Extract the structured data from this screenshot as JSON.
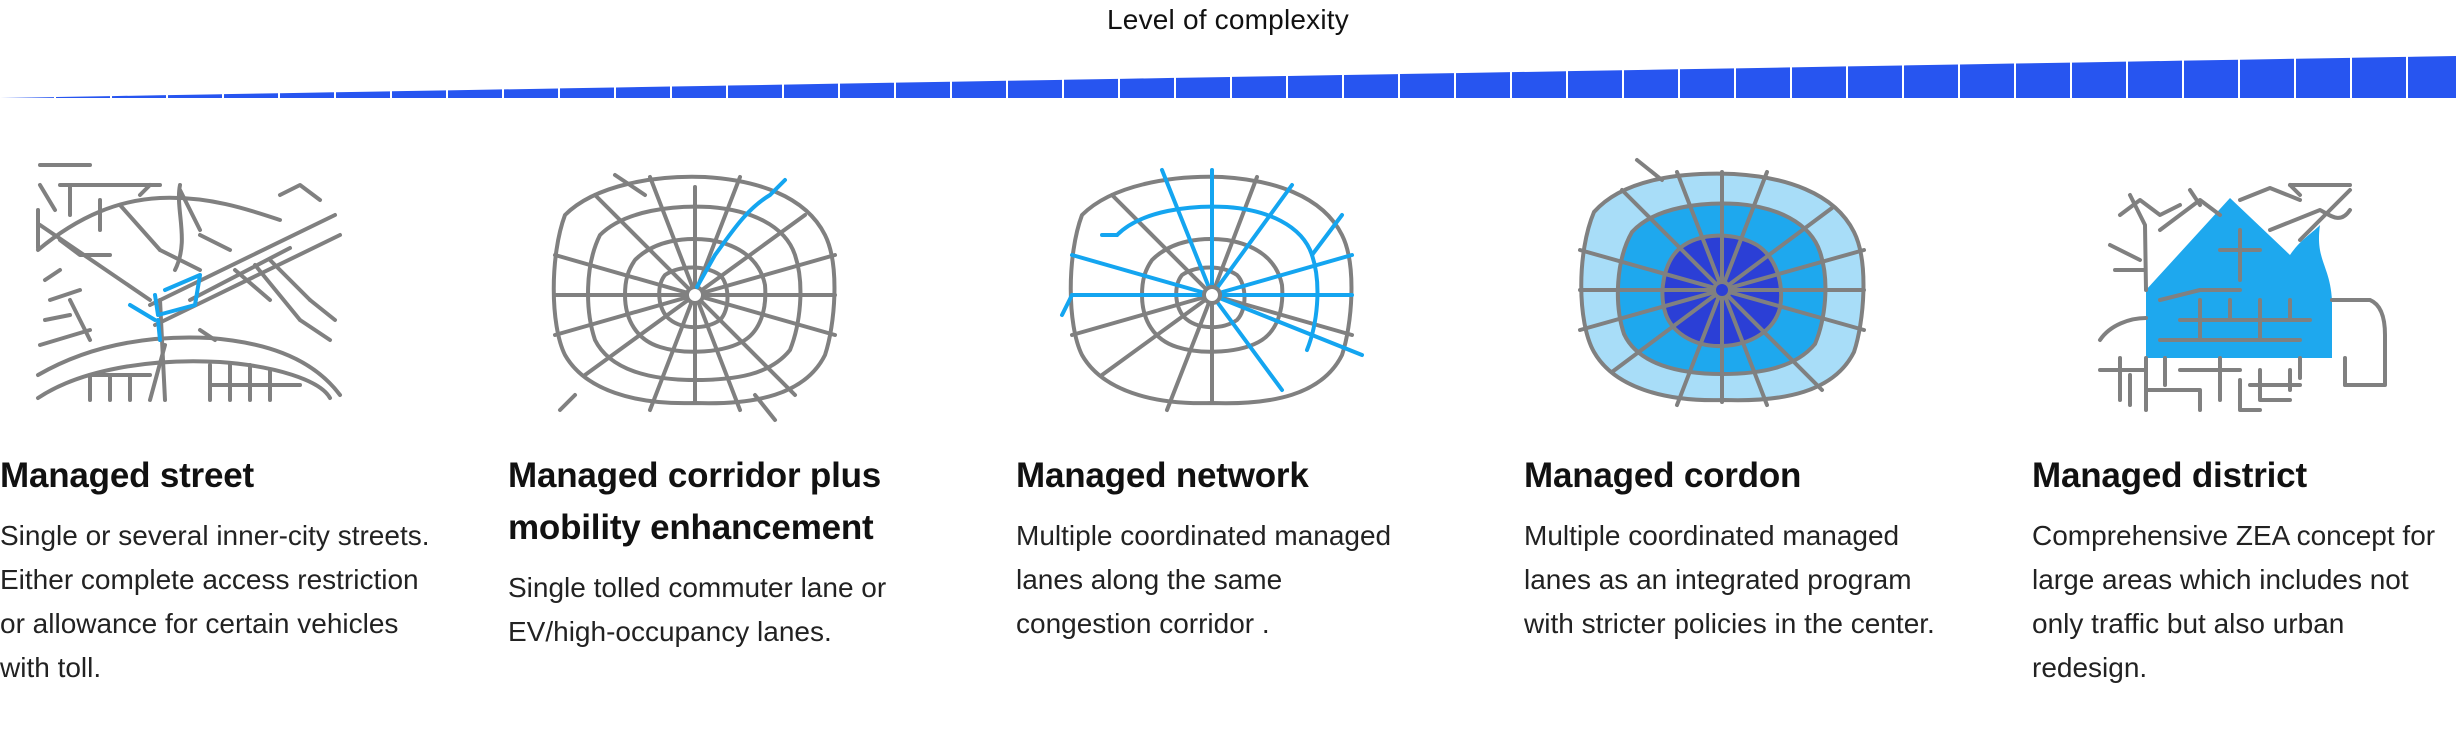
{
  "header": {
    "title": "Level of complexity"
  },
  "colors": {
    "accent_blue": "#2755F0",
    "road_gray": "#808080",
    "highlight_cyan": "#14A5F0",
    "zone_light": "#A8DDF8",
    "zone_mid": "#1EA8EE",
    "zone_dark": "#2B3FD6"
  },
  "columns": [
    {
      "icon": "managed-street-map-icon",
      "title": "Managed street",
      "description": "Single or several inner-city streets. Either complete access restriction or allowance for certain vehicles with toll."
    },
    {
      "icon": "managed-corridor-map-icon",
      "title": "Managed corridor plus mobility enhancement",
      "description": "Single tolled commuter lane or EV/high-occupancy lanes."
    },
    {
      "icon": "managed-network-map-icon",
      "title": "Managed network",
      "description": "Multiple coordinated managed lanes along the same congestion corridor ."
    },
    {
      "icon": "managed-cordon-map-icon",
      "title": "Managed cordon",
      "description": "Multiple coordinated managed lanes as an integrated program with stricter policies in the center."
    },
    {
      "icon": "managed-district-map-icon",
      "title": "Managed district",
      "description": "Comprehensive ZEA concept for large areas which includes not only traffic but also urban redesign."
    }
  ]
}
